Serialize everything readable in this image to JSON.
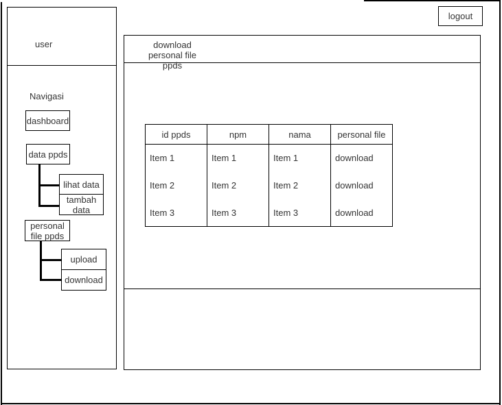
{
  "colors": {
    "border": "#000000",
    "text": "#333333",
    "background": "#ffffff"
  },
  "window": {
    "logout_label": "logout"
  },
  "sidebar": {
    "user_label": "user",
    "nav_title": "Navigasi",
    "items": [
      {
        "label": "dashboard"
      },
      {
        "label": "data ppds"
      },
      {
        "label": "lihat data"
      },
      {
        "label": "tambah data"
      },
      {
        "label": "personal file ppds"
      },
      {
        "label": "upload"
      },
      {
        "label": "download"
      }
    ]
  },
  "main": {
    "header": {
      "line1": "download",
      "line2": "personal file ppds"
    },
    "table": {
      "headers": [
        "id ppds",
        "npm",
        "nama",
        "personal file"
      ],
      "rows": [
        [
          "Item 1",
          "Item 1",
          "Item 1",
          "download"
        ],
        [
          "Item 2",
          "Item 2",
          "Item 2",
          "download"
        ],
        [
          "Item 3",
          "Item 3",
          "Item 3",
          "download"
        ]
      ]
    }
  }
}
